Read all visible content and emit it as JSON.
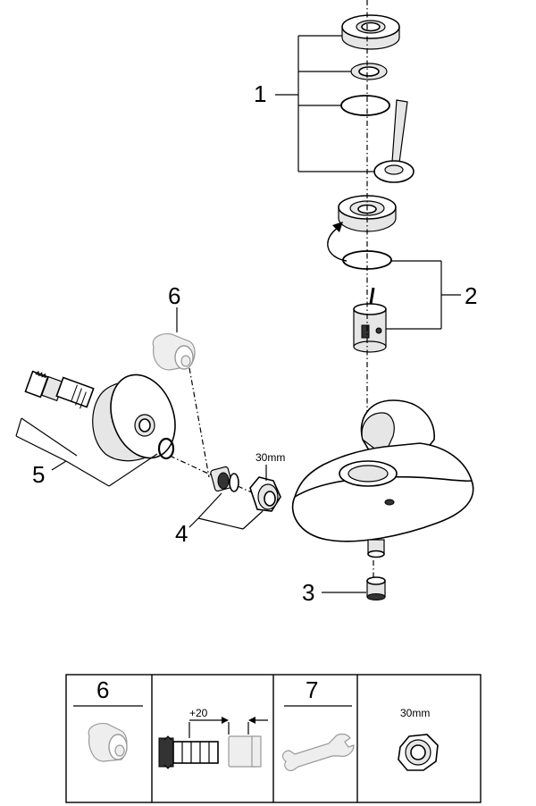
{
  "callouts": {
    "c1": "1",
    "c2": "2",
    "c3": "3",
    "c4": "4",
    "c5": "5",
    "c6": "6",
    "nut_size": "30mm"
  },
  "accessory_table": {
    "col1_number": "6",
    "col2_dimension": "+20",
    "col3_number": "7",
    "col4_size": "30mm"
  }
}
